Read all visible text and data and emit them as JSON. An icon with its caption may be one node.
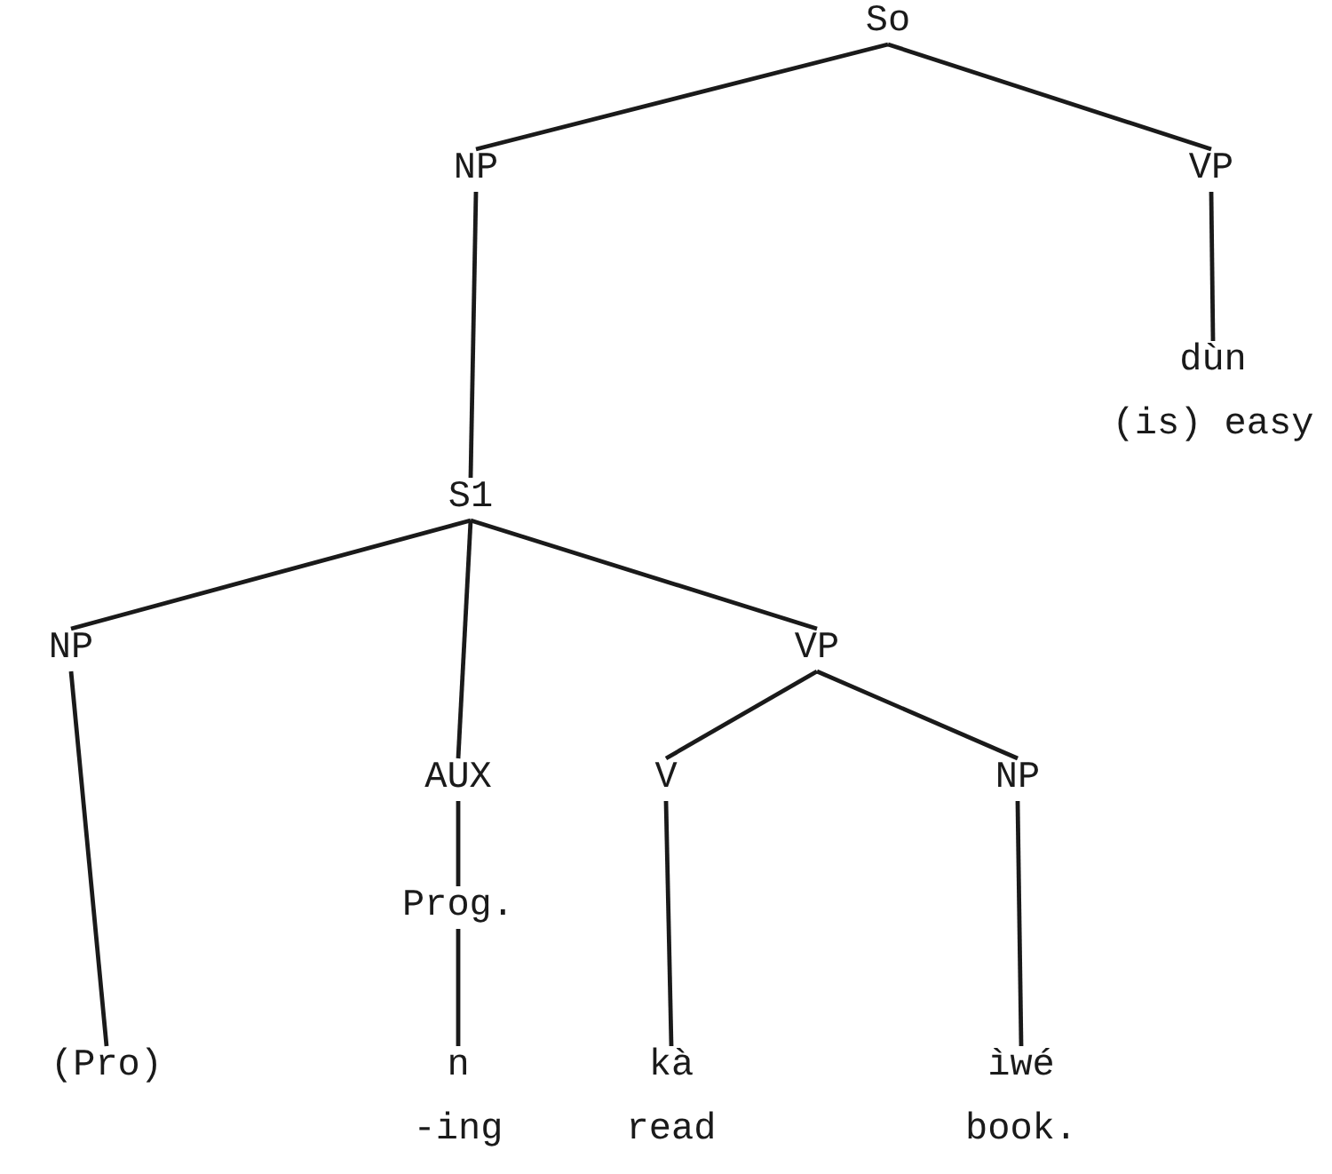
{
  "diagram": {
    "nodes": [
      {
        "text": [
          "So"
        ]
      },
      {
        "text": [
          "NP"
        ]
      },
      {
        "text": [
          "VP"
        ]
      },
      {
        "text": [
          "dùn",
          "(is) easy"
        ]
      },
      {
        "text": [
          "S1"
        ]
      },
      {
        "text": [
          "NP"
        ]
      },
      {
        "text": [
          "AUX"
        ]
      },
      {
        "text": [
          "VP"
        ]
      },
      {
        "text": [
          "V"
        ]
      },
      {
        "text": [
          "NP"
        ]
      },
      {
        "text": [
          "Prog."
        ]
      },
      {
        "text": [
          "(Pro)"
        ]
      },
      {
        "text": [
          "n",
          "-ing"
        ]
      },
      {
        "text": [
          "kà",
          "read"
        ]
      },
      {
        "text": [
          "ìwé",
          "book."
        ]
      }
    ],
    "edges": [
      {
        "from": 0,
        "to": 1,
        "arrow": "none"
      },
      {
        "from": 0,
        "to": 2,
        "arrow": "none"
      },
      {
        "from": 2,
        "to": 3,
        "arrow": "none"
      },
      {
        "from": 1,
        "to": 4,
        "arrow": "none"
      },
      {
        "from": 4,
        "to": 5,
        "arrow": "none"
      },
      {
        "from": 4,
        "to": 6,
        "arrow": "none"
      },
      {
        "from": 4,
        "to": 7,
        "arrow": "none"
      },
      {
        "from": 7,
        "to": 8,
        "arrow": "none"
      },
      {
        "from": 7,
        "to": 9,
        "arrow": "none"
      },
      {
        "from": 6,
        "to": 10,
        "arrow": "none"
      },
      {
        "from": 5,
        "to": 11,
        "arrow": "none"
      },
      {
        "from": 10,
        "to": 12,
        "arrow": "none"
      },
      {
        "from": 8,
        "to": 13,
        "arrow": "none"
      },
      {
        "from": 9,
        "to": 14,
        "arrow": "none"
      }
    ]
  }
}
